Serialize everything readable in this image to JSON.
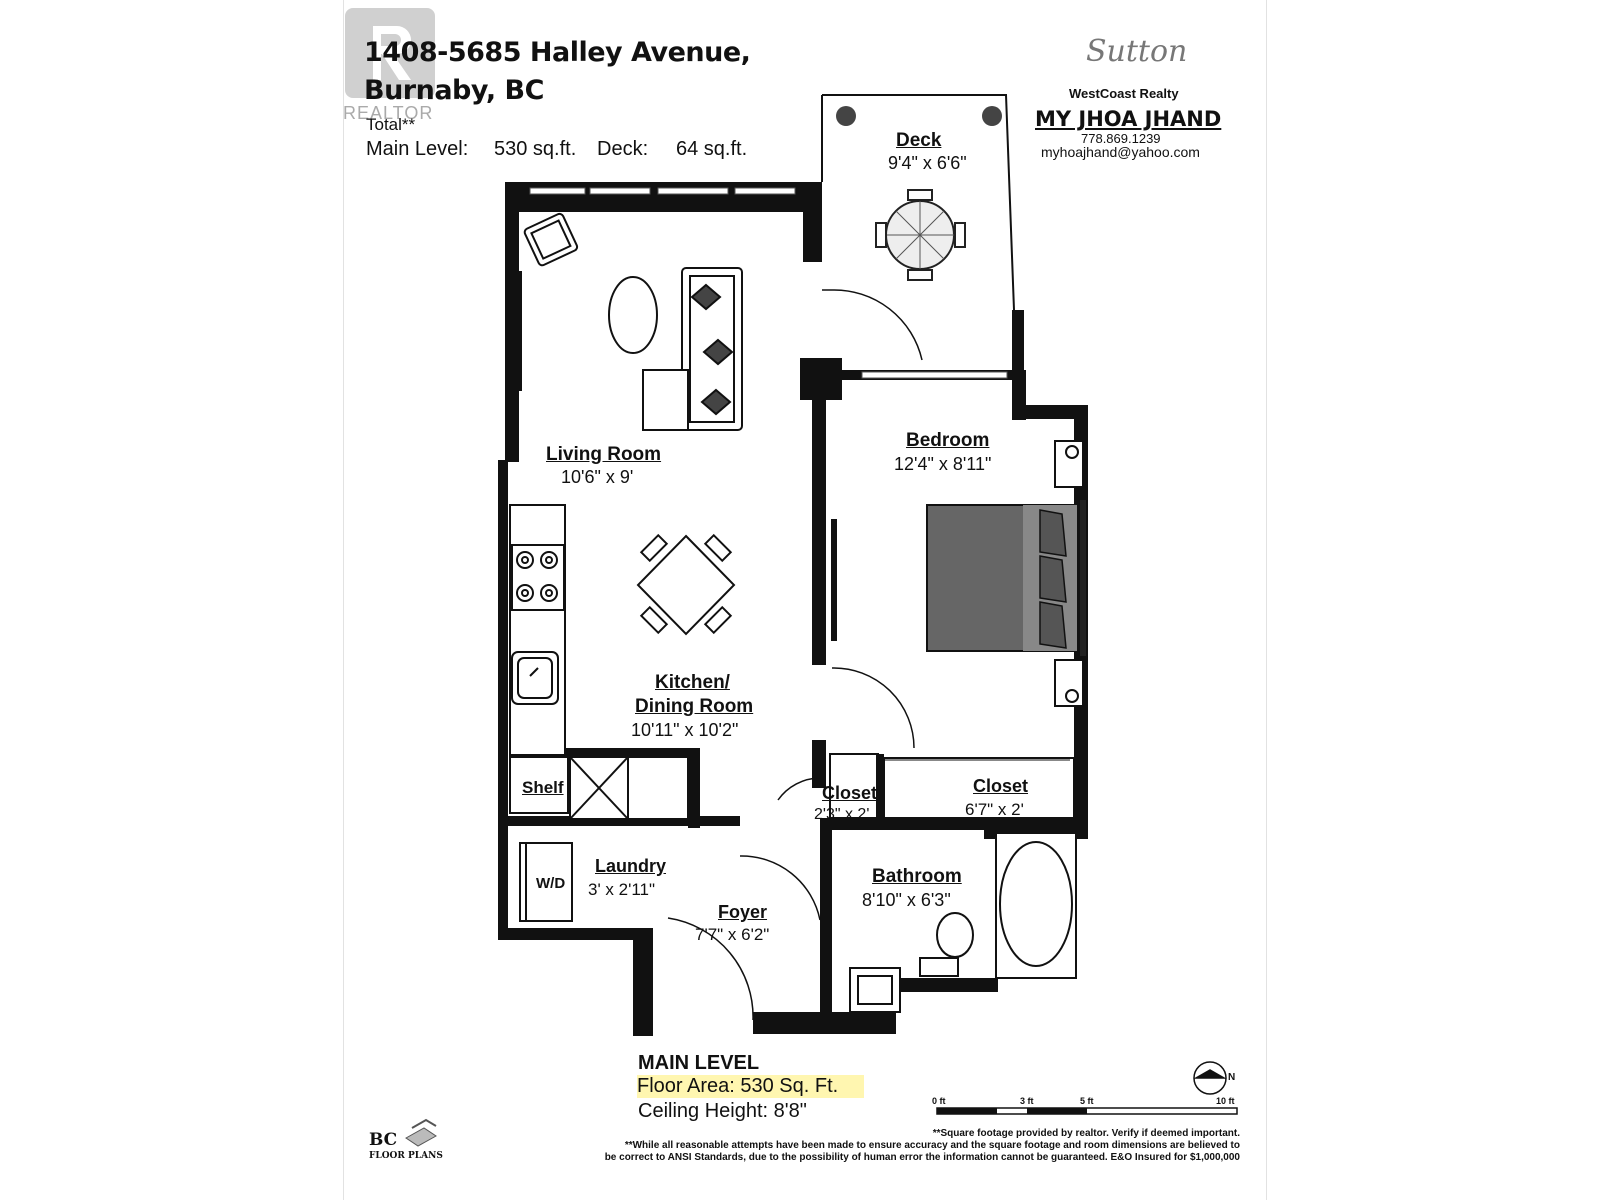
{
  "header": {
    "address_line1": "1408-5685 Halley Avenue,",
    "address_line2": "Burnaby, BC",
    "total_label": "Total**",
    "main_level_label": "Main Level:",
    "main_level_value": "530 sq.ft.",
    "deck_label": "Deck:",
    "deck_value": "64 sq.ft."
  },
  "realtor_logo": {
    "text": "REALTOR",
    "mark": "®"
  },
  "agent": {
    "brokerage_logo": "Sutton",
    "brokerage_sub": "WestCoast Realty",
    "name": "MY JHOA JHAND",
    "phone": "778.869.1239",
    "email": "myhoajhand@yahoo.com"
  },
  "rooms": {
    "deck": {
      "name": "Deck",
      "dim": "9'4\" x 6'6\""
    },
    "living": {
      "name": "Living Room",
      "dim": "10'6\" x 9'"
    },
    "bedroom": {
      "name": "Bedroom",
      "dim": "12'4\" x 8'11\""
    },
    "kitchen": {
      "name1": "Kitchen/",
      "name2": "Dining Room",
      "dim": "10'11\" x 10'2\""
    },
    "shelf": {
      "name": "Shelf"
    },
    "closet_small": {
      "name": "Closet",
      "dim": "2'3\" x 2'"
    },
    "closet_bed": {
      "name": "Closet",
      "dim": "6'7\" x 2'"
    },
    "laundry": {
      "name": "Laundry",
      "dim": "3' x 2'11\"",
      "appliance": "W/D"
    },
    "bathroom": {
      "name": "Bathroom",
      "dim": "8'10\" x 6'3\""
    },
    "foyer": {
      "name": "Foyer",
      "dim": "7'7\" x 6'2\""
    }
  },
  "summary": {
    "level": "MAIN LEVEL",
    "floor_area": "Floor Area: 530 Sq. Ft.",
    "ceiling": "Ceiling Height: 8'8\""
  },
  "scale": {
    "t0": "0 ft",
    "t3": "3 ft",
    "t5": "5 ft",
    "t10": "10 ft",
    "north": "N"
  },
  "footer": {
    "logo_line1": "BC",
    "logo_line2": "FLOOR PLANS",
    "note1": "**Square footage provided by realtor. Verify if deemed important.",
    "note2": "**While all reasonable attempts have been made to ensure accuracy and the square footage and room dimensions are believed to",
    "note3": "be correct to ANSI Standards, due to the possibility of human error the information cannot be guaranteed. E&O Insured for $1,000,000"
  },
  "colors": {
    "wall": "#111111",
    "window": "#555555",
    "bed": "#666666",
    "grid": "#888888"
  }
}
